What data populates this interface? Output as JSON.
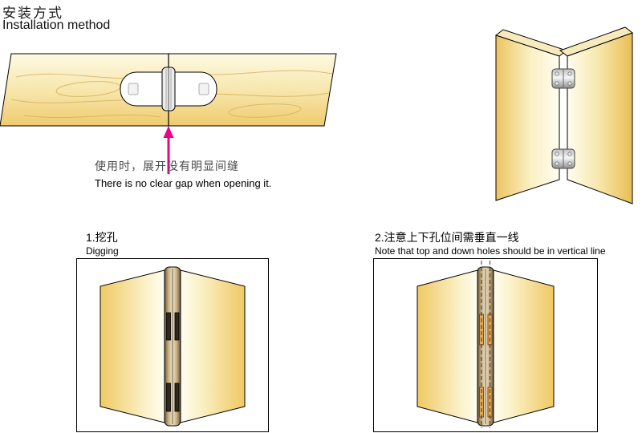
{
  "header": {
    "title_zh": "安装方式",
    "title_en": "Installation method"
  },
  "gap_note": {
    "zh": "使用时，展开没有明显间缝",
    "en": "There is no clear gap when opening it."
  },
  "steps": [
    {
      "label_zh": "1.挖孔",
      "label_en": "Digging"
    },
    {
      "label_zh": "2.注意上下孔位间需垂直一线",
      "label_en": "Note that top and down holes should be in vertical line"
    }
  ],
  "colors": {
    "arrow_magenta": "#EC008C",
    "slot_dark": "#32281A",
    "slot_orange": "#E8A84D",
    "wood_light": "#FEF9E0",
    "wood_gold": "#EFC963",
    "outline": "#000000"
  }
}
